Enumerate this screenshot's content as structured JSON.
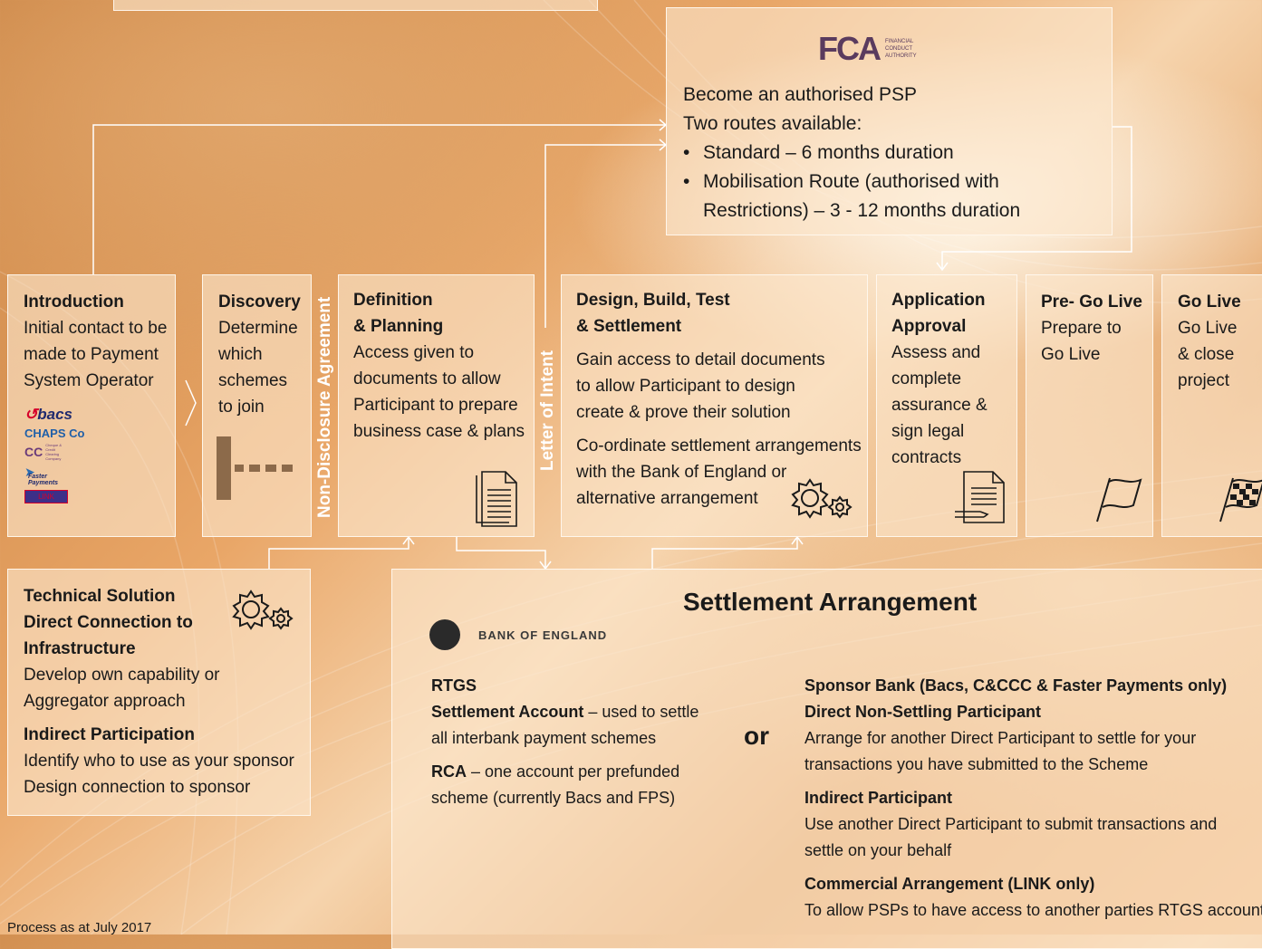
{
  "fca": {
    "logo_text": "FCA",
    "logo_sub": "FINANCIAL CONDUCT AUTHORITY",
    "line1": "Become an authorised PSP",
    "line2": "Two routes available:",
    "bullet1": "Standard – 6 months duration",
    "bullet2a": "Mobilisation Route (authorised with",
    "bullet2b": "Restrictions) – 3 - 12 months duration"
  },
  "stages": {
    "introduction": {
      "title": "Introduction",
      "lines": [
        "Initial contact to be",
        "made to Payment",
        "System Operator"
      ]
    },
    "logos": {
      "bacs": "bacs",
      "chaps": "CHAPS Co",
      "cc": "CC",
      "cc_sub": "Cheque & Credit Clearing Company",
      "faster_1": "Faster",
      "faster_2": "Payments",
      "link": "LINK"
    },
    "discovery": {
      "title": "Discovery",
      "lines": [
        "Determine",
        "which",
        "schemes",
        "to join"
      ]
    },
    "nda": "Non-Disclosure Agreement",
    "definition": {
      "title1": "Definition",
      "title2": "& Planning",
      "lines": [
        "Access given to",
        "documents to allow",
        "Participant to prepare",
        "business case & plans"
      ]
    },
    "loi": "Letter of Intent",
    "design": {
      "title1": "Design, Build, Test",
      "title2": "& Settlement",
      "lines": [
        "Gain access to detail documents",
        "to allow Participant to design",
        "create & prove their solution"
      ],
      "lines2": [
        "Co-ordinate settlement arrangements",
        "with the Bank of England or",
        "alternative arrangement"
      ]
    },
    "approval": {
      "title1": "Application",
      "title2": "Approval",
      "lines": [
        "Assess and",
        "complete",
        "assurance &",
        "sign legal",
        "contracts"
      ]
    },
    "prego": {
      "title": "Pre- Go Live",
      "lines": [
        "Prepare to",
        "Go Live"
      ]
    },
    "golive": {
      "title": "Go Live",
      "lines": [
        "Go Live",
        "& close",
        "project"
      ]
    }
  },
  "technical": {
    "title1": "Technical Solution",
    "title2": "Direct Connection to",
    "title3": "Infrastructure",
    "line1": "Develop own capability or",
    "line2": "Aggregator approach",
    "indirect_title": "Indirect Participation",
    "line3": "Identify who to use as your sponsor",
    "line4": "Design connection to sponsor"
  },
  "settlement": {
    "title": "Settlement Arrangement",
    "boe": "BANK OF ENGLAND",
    "rtgs": "RTGS",
    "sa_bold": "Settlement Account",
    "sa_rest": " – used to settle",
    "sa_line2": "all interbank payment schemes",
    "rca_bold": "RCA",
    "rca_rest": " – one account per prefunded",
    "rca_line2": "scheme (currently Bacs and FPS)",
    "or": "or",
    "sponsor": "Sponsor Bank (Bacs, C&CCC & Faster Payments only)",
    "dnsp": "Direct Non-Settling Participant",
    "dnsp1": "Arrange for another Direct Participant to settle for your",
    "dnsp2": "transactions you have submitted to the Scheme",
    "ip": "Indirect Participant",
    "ip1": "Use another Direct Participant to submit transactions and",
    "ip2": "settle on your behalf",
    "ca": "Commercial Arrangement (LINK only)",
    "ca1": "To allow PSPs to have access to another parties RTGS account"
  },
  "footer": "Process as at July 2017",
  "colors": {
    "accent": "#e8a060",
    "box_border": "#fff8ee"
  }
}
